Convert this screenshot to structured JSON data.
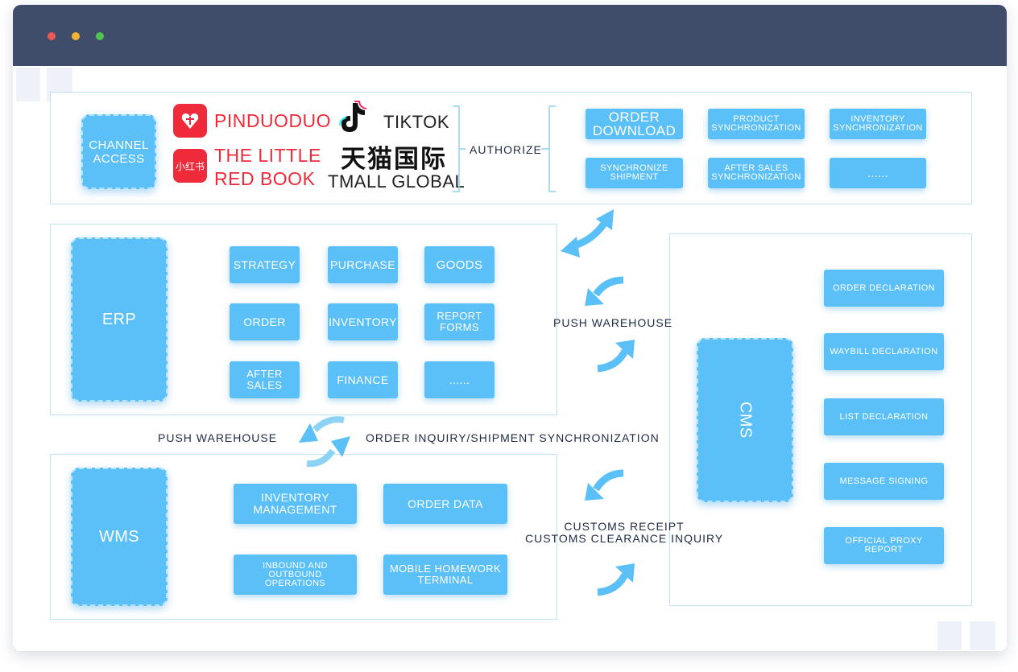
{
  "window": {
    "controls": [
      "close",
      "minimize",
      "maximize"
    ]
  },
  "channel": {
    "box_label": "CHANNEL ACCESS",
    "brands": {
      "pinduoduo": "PINDUODUO",
      "tiktok": "TIKTOK",
      "little_red_book_line1": "THE LITTLE",
      "little_red_book_line2": "RED BOOK",
      "tmall_cn": "天猫国际",
      "tmall_en": "TMALL GLOBAL",
      "xiaohongshu_logo": "小红书"
    },
    "authorize_label": "AUTHORIZE",
    "functions": [
      "ORDER DOWNLOAD",
      "PRODUCT SYNCHRONIZATION",
      "INVENTORY SYNCHRONIZATION",
      "SYNCHRONIZE SHIPMENT",
      "AFTER SALES SYNCHRONIZATION",
      "......"
    ]
  },
  "erp": {
    "label": "ERP",
    "modules": [
      "STRATEGY",
      "PURCHASE",
      "GOODS",
      "ORDER",
      "INVENTORY",
      "REPORT FORMS",
      "AFTER SALES",
      "FINANCE",
      "......"
    ]
  },
  "wms": {
    "label": "WMS",
    "modules": [
      "INVENTORY MANAGEMENT",
      "ORDER DATA",
      "INBOUND AND OUTBOUND OPERATIONS",
      "MOBILE HOMEWORK TERMINAL"
    ]
  },
  "cms": {
    "label": "CMS",
    "modules": [
      "ORDER DECLARATION",
      "WAYBILL DECLARATION",
      "LIST DECLARATION",
      "MESSAGE SIGNING",
      "OFFICIAL PROXY REPORT"
    ]
  },
  "flows": {
    "erp_cms": "PUSH WAREHOUSE",
    "erp_wms_left": "PUSH WAREHOUSE",
    "erp_wms_right": "ORDER INQUIRY/SHIPMENT SYNCHRONIZATION",
    "wms_cms_line1": "CUSTOMS RECEIPT",
    "wms_cms_line2": "CUSTOMS CLEARANCE INQUIRY"
  },
  "colors": {
    "titlebar": "#3f4d6b",
    "box": "#5bc0f8",
    "panel_border": "#bfe3f5",
    "arrow": "#5bc0f8",
    "brand_red": "#ef2b3b"
  }
}
